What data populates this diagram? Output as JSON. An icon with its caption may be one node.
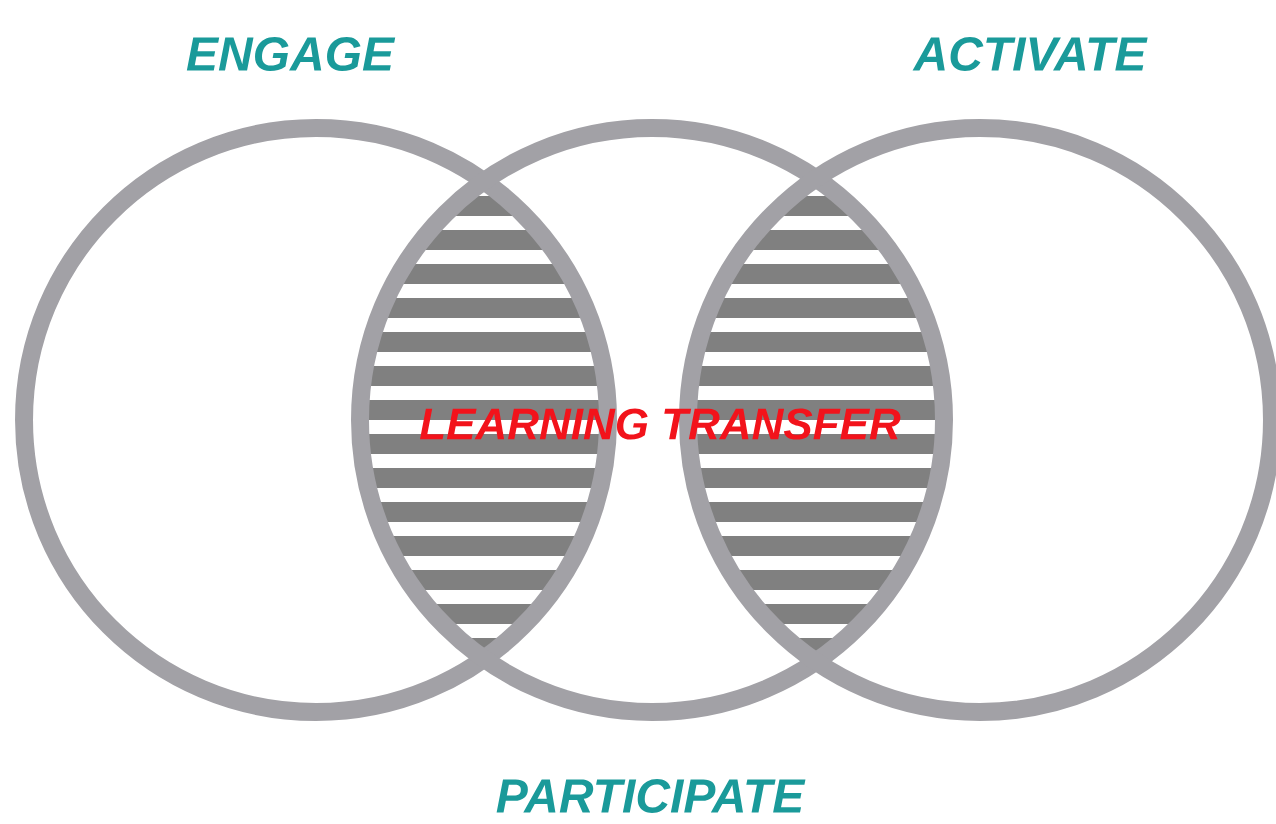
{
  "diagram": {
    "nodes": [
      {
        "text": [
          "ENGAGE"
        ]
      },
      {
        "text": [
          "PARTICIPATE"
        ]
      },
      {
        "text": [
          "ACTIVATE"
        ]
      }
    ],
    "labels": [
      "LEARNING TRANSFER"
    ]
  }
}
